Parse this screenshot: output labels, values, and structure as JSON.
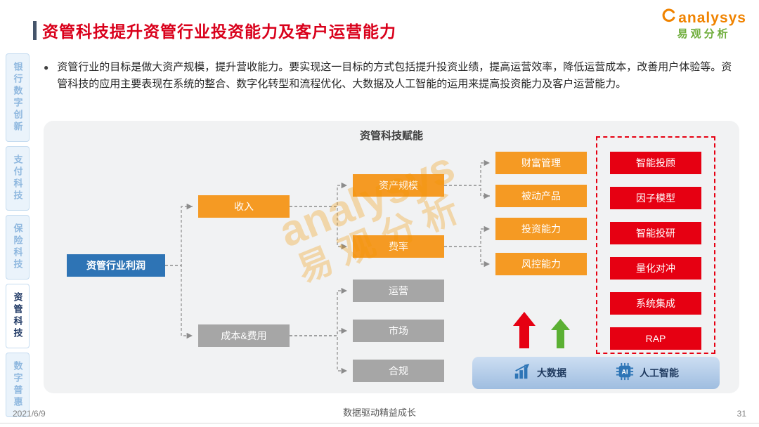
{
  "header": {
    "title": "资管科技提升资管行业投资能力及客户运营能力",
    "logo": {
      "en": "analysys",
      "cn": "易观分析"
    }
  },
  "intro": {
    "bullet": "●",
    "text": "资管行业的目标是做大资产规模，提升营收能力。要实现这一目标的方式包括提升投资业绩，提高运营效率，降低运营成本，改善用户体验等。资管科技的应用主要表现在系统的整合、数字化转型和流程优化、大数据及人工智能的运用来提高投资能力及客户运营能力。"
  },
  "sidebar": {
    "items": [
      {
        "label": "银行数字创新",
        "active": false
      },
      {
        "label": "支付科技",
        "active": false
      },
      {
        "label": "保险科技",
        "active": false
      },
      {
        "label": "资管科技",
        "active": true
      },
      {
        "label": "数字普惠",
        "active": false
      }
    ]
  },
  "diagram": {
    "title": "资管科技赋能",
    "nodes": {
      "profit": "资管行业利润",
      "income": "收入",
      "cost": "成本&费用",
      "asset_scale": "资产规模",
      "fee_rate": "费率",
      "operation": "运营",
      "market": "市场",
      "compliance": "合规",
      "wealth": "财富管理",
      "passive": "被动产品",
      "invest": "投资能力",
      "risk": "风控能力"
    },
    "tech_items": [
      "智能投顾",
      "因子模型",
      "智能投研",
      "量化对冲",
      "系统集成",
      "RAP"
    ],
    "bottom_bar": [
      {
        "label": "大数据",
        "icon": "bar-chart-icon"
      },
      {
        "label": "人工智能",
        "icon": "ai-chip-icon",
        "icon_text": "AI"
      }
    ],
    "watermark": {
      "en": "analysys",
      "cn": "易观分析"
    }
  },
  "footer": {
    "date": "2021/6/9",
    "slogan": "数据驱动精益成长",
    "page": "31"
  },
  "colors": {
    "title_red": "#D9001B",
    "box_orange": "#F59A23",
    "box_gray": "#A6A6A6",
    "box_blue": "#2E74B5",
    "box_red": "#E60012",
    "arrow_red": "#E60012",
    "arrow_green": "#5BB033",
    "sidebar_blue": "#EAF3FB",
    "diagram_bg": "#F1F2F3"
  }
}
